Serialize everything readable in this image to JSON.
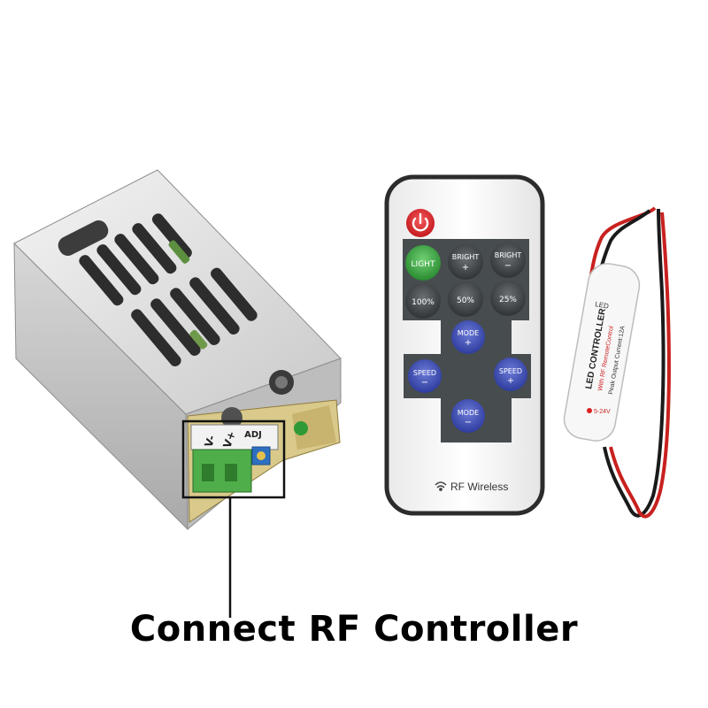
{
  "psu": {
    "terminal_labels": [
      "V-",
      "V+",
      "ADJ"
    ]
  },
  "remote": {
    "buttons": [
      {
        "line1": "LIGHT",
        "line2": ""
      },
      {
        "line1": "BRIGHT",
        "line2": "+"
      },
      {
        "line1": "BRIGHT",
        "line2": "−"
      },
      {
        "line1": "100%",
        "line2": ""
      },
      {
        "line1": "50%",
        "line2": ""
      },
      {
        "line1": "25%",
        "line2": ""
      }
    ],
    "mode_up": {
      "line1": "MODE",
      "line2": "+"
    },
    "mode_down": {
      "line1": "MODE",
      "line2": "−"
    },
    "speed_left": {
      "line1": "SPEED",
      "line2": "−"
    },
    "speed_right": {
      "line1": "SPEED",
      "line2": "+"
    },
    "brand_text": "RF Wireless"
  },
  "controller": {
    "text_led": "LED",
    "title": "LED CONTROLLER",
    "subtitle": "With RF RemoteControl",
    "spec": "Peak Output Current:12A",
    "voltage": "5-24V"
  },
  "caption": "Connect RF Controller",
  "colors": {
    "power_red": "#e0262a",
    "button_dark": "#3f4446",
    "light_green": "#3da441",
    "mode_blue": "#3f4fb8",
    "callout": "#111111"
  }
}
